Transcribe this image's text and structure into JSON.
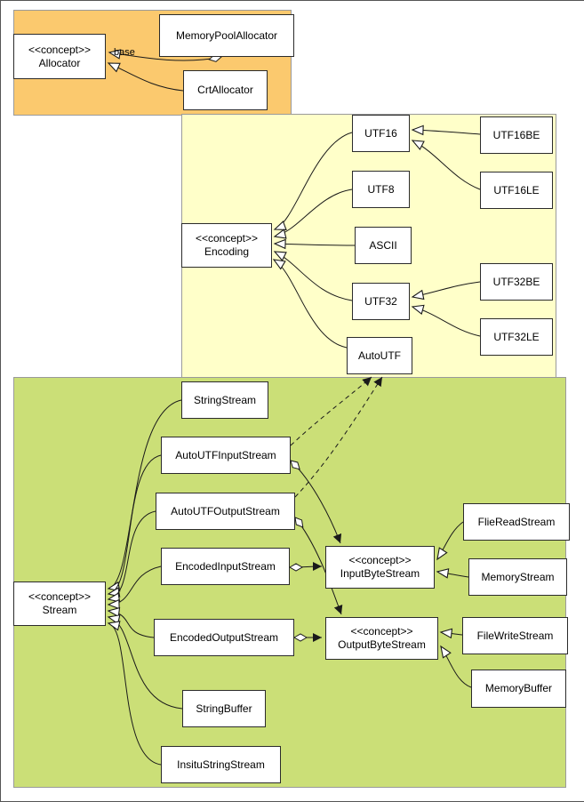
{
  "colors": {
    "allocator_region": "#fbc96e",
    "encoding_region": "#ffffc9",
    "stream_region": "#cbdf77",
    "node_fill": "#ffffff",
    "edge_stroke": "#1a1a1a"
  },
  "nodes": {
    "allocator": {
      "stereotype": "<<concept>>",
      "name": "Allocator"
    },
    "memory_pool_allocator": {
      "name": "MemoryPoolAllocator"
    },
    "crt_allocator": {
      "name": "CrtAllocator"
    },
    "encoding": {
      "stereotype": "<<concept>>",
      "name": "Encoding"
    },
    "utf16": {
      "name": "UTF16"
    },
    "utf8": {
      "name": "UTF8"
    },
    "ascii": {
      "name": "ASCII"
    },
    "utf32": {
      "name": "UTF32"
    },
    "auto_utf": {
      "name": "AutoUTF"
    },
    "utf16be": {
      "name": "UTF16BE"
    },
    "utf16le": {
      "name": "UTF16LE"
    },
    "utf32be": {
      "name": "UTF32BE"
    },
    "utf32le": {
      "name": "UTF32LE"
    },
    "stream": {
      "stereotype": "<<concept>>",
      "name": "Stream"
    },
    "string_stream": {
      "name": "StringStream"
    },
    "auto_utf_input_stream": {
      "name": "AutoUTFInputStream"
    },
    "auto_utf_output_stream": {
      "name": "AutoUTFOutputStream"
    },
    "encoded_input_stream": {
      "name": "EncodedInputStream"
    },
    "encoded_output_stream": {
      "name": "EncodedOutputStream"
    },
    "string_buffer": {
      "name": "StringBuffer"
    },
    "insitu_string_stream": {
      "name": "InsituStringStream"
    },
    "input_byte_stream": {
      "stereotype": "<<concept>>",
      "name": "InputByteStream"
    },
    "output_byte_stream": {
      "stereotype": "<<concept>>",
      "name": "OutputByteStream"
    },
    "flie_read_stream": {
      "name": "FlieReadStream"
    },
    "memory_stream": {
      "name": "MemoryStream"
    },
    "file_write_stream": {
      "name": "FileWriteStream"
    },
    "memory_buffer": {
      "name": "MemoryBuffer"
    }
  },
  "edges": [
    {
      "from": "MemoryPoolAllocator",
      "to": "Allocator",
      "type": "generalization",
      "label": "base",
      "diamond_at": "MemoryPoolAllocator"
    },
    {
      "from": "CrtAllocator",
      "to": "Allocator",
      "type": "generalization"
    },
    {
      "from": "UTF16",
      "to": "Encoding",
      "type": "generalization"
    },
    {
      "from": "UTF8",
      "to": "Encoding",
      "type": "generalization"
    },
    {
      "from": "ASCII",
      "to": "Encoding",
      "type": "generalization"
    },
    {
      "from": "UTF32",
      "to": "Encoding",
      "type": "generalization"
    },
    {
      "from": "AutoUTF",
      "to": "Encoding",
      "type": "generalization"
    },
    {
      "from": "UTF16BE",
      "to": "UTF16",
      "type": "generalization"
    },
    {
      "from": "UTF16LE",
      "to": "UTF16",
      "type": "generalization"
    },
    {
      "from": "UTF32BE",
      "to": "UTF32",
      "type": "generalization"
    },
    {
      "from": "UTF32LE",
      "to": "UTF32",
      "type": "generalization"
    },
    {
      "from": "StringStream",
      "to": "Stream",
      "type": "generalization"
    },
    {
      "from": "AutoUTFInputStream",
      "to": "Stream",
      "type": "generalization"
    },
    {
      "from": "AutoUTFOutputStream",
      "to": "Stream",
      "type": "generalization"
    },
    {
      "from": "EncodedInputStream",
      "to": "Stream",
      "type": "generalization"
    },
    {
      "from": "EncodedOutputStream",
      "to": "Stream",
      "type": "generalization"
    },
    {
      "from": "StringBuffer",
      "to": "Stream",
      "type": "generalization"
    },
    {
      "from": "InsituStringStream",
      "to": "Stream",
      "type": "generalization"
    },
    {
      "from": "AutoUTFInputStream",
      "to": "AutoUTF",
      "type": "dependency"
    },
    {
      "from": "AutoUTFOutputStream",
      "to": "AutoUTF",
      "type": "dependency"
    },
    {
      "from": "AutoUTFInputStream",
      "to": "InputByteStream",
      "type": "aggregation"
    },
    {
      "from": "AutoUTFOutputStream",
      "to": "OutputByteStream",
      "type": "aggregation"
    },
    {
      "from": "EncodedInputStream",
      "to": "InputByteStream",
      "type": "aggregation"
    },
    {
      "from": "EncodedOutputStream",
      "to": "OutputByteStream",
      "type": "aggregation"
    },
    {
      "from": "FlieReadStream",
      "to": "InputByteStream",
      "type": "generalization"
    },
    {
      "from": "MemoryStream",
      "to": "InputByteStream",
      "type": "generalization"
    },
    {
      "from": "FileWriteStream",
      "to": "OutputByteStream",
      "type": "generalization"
    },
    {
      "from": "MemoryBuffer",
      "to": "OutputByteStream",
      "type": "generalization"
    }
  ]
}
